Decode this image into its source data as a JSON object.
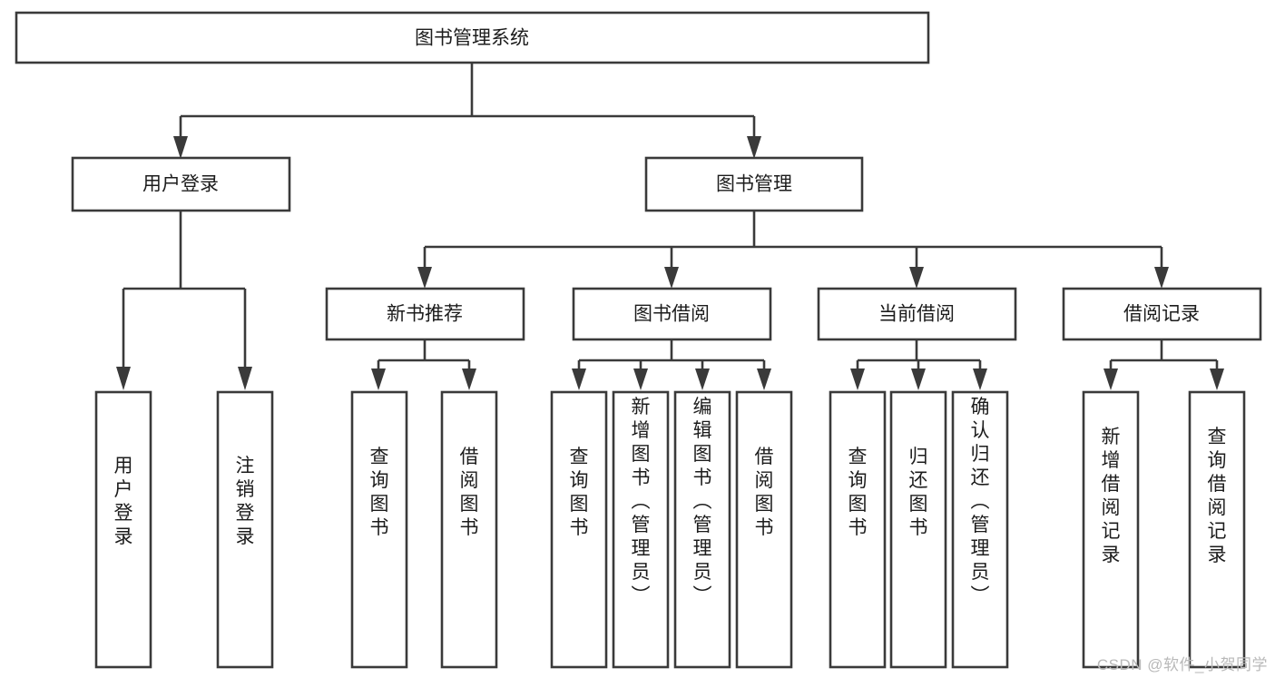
{
  "diagram": {
    "title": "图书管理系统",
    "watermark": "CSDN @软件_小贺同学",
    "colors": {
      "box_stroke": "#3a3a3a",
      "box_fill": "#ffffff",
      "text": "#1c1c1c",
      "background": "#ffffff",
      "watermark": "#b9b9b9"
    },
    "root": {
      "label": "图书管理系统"
    },
    "level2": [
      {
        "label": "用户登录"
      },
      {
        "label": "图书管理"
      }
    ],
    "level3": [
      {
        "label": "新书推荐"
      },
      {
        "label": "图书借阅"
      },
      {
        "label": "当前借阅"
      },
      {
        "label": "借阅记录"
      }
    ],
    "leaves": {
      "user_login": [
        {
          "label": "用户登录"
        },
        {
          "label": "注销登录"
        }
      ],
      "new_book_recommend": [
        {
          "label": "查询图书"
        },
        {
          "label": "借阅图书"
        }
      ],
      "book_borrow": [
        {
          "label": "查询图书"
        },
        {
          "label": "新增图书（管理员）"
        },
        {
          "label": "编辑图书（管理员）"
        },
        {
          "label": "借阅图书"
        }
      ],
      "current_borrow": [
        {
          "label": "查询图书"
        },
        {
          "label": "归还图书"
        },
        {
          "label": "确认归还（管理员）"
        }
      ],
      "borrow_record": [
        {
          "label": "新增借阅记录"
        },
        {
          "label": "查询借阅记录"
        }
      ]
    }
  }
}
